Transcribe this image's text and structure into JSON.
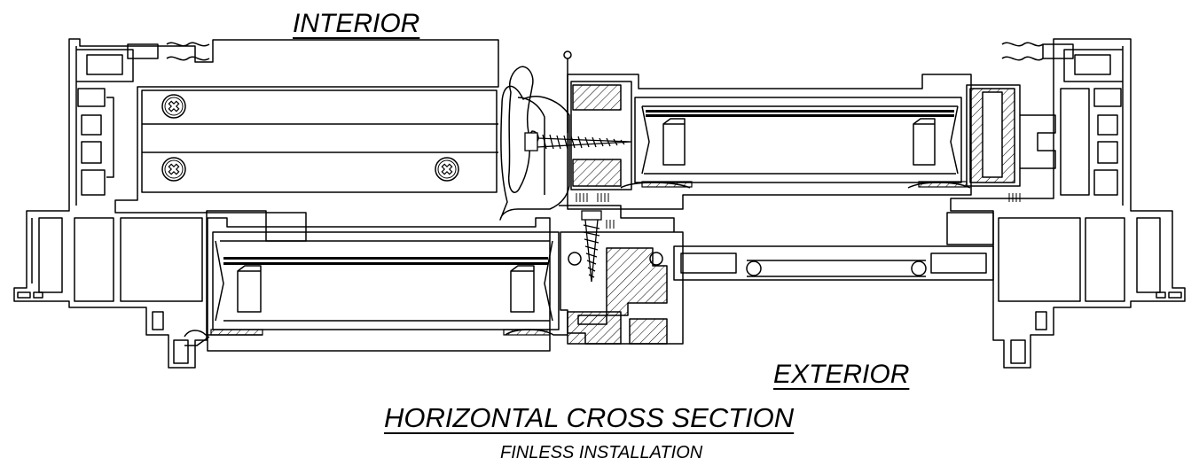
{
  "labels": {
    "interior": "INTERIOR",
    "exterior": "EXTERIOR",
    "title": "HORIZONTAL CROSS SECTION",
    "subtitle": "FINLESS INSTALLATION"
  },
  "colors": {
    "line": "#000000",
    "background": "#ffffff"
  }
}
